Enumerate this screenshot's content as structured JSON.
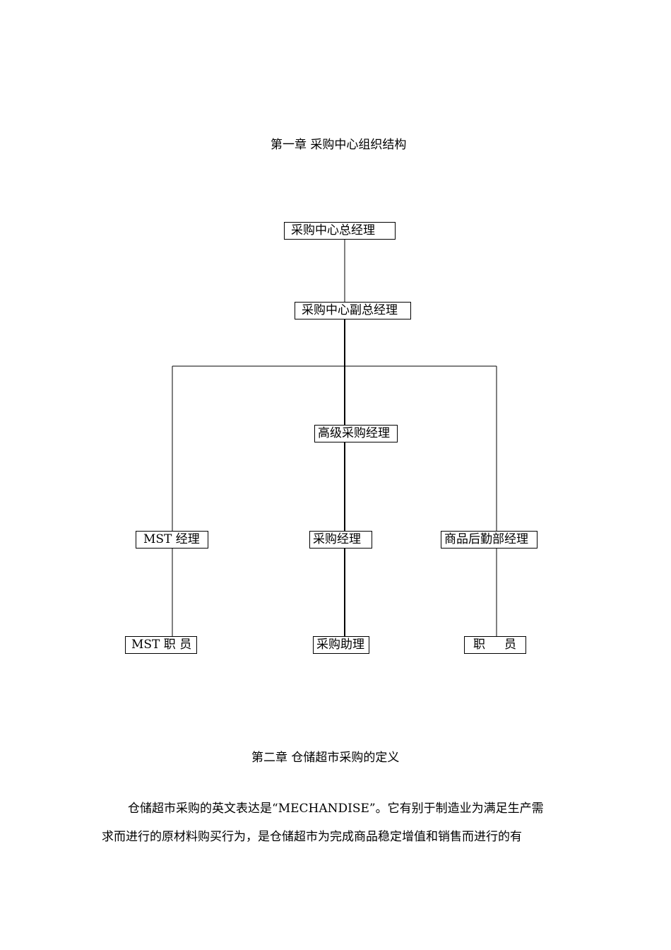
{
  "chapter1": {
    "title": "第一章  采购中心组织结构"
  },
  "org": {
    "general_manager": "采购中心总经理",
    "deputy_general_manager": "采购中心副总经理",
    "senior_buying_manager": "高级采购经理",
    "mst_manager": "MST 经理",
    "buying_manager": "采购经理",
    "logistics_manager": "商品后勤部经理",
    "mst_staff": "MST 职 员",
    "buying_assistant": "采购助理",
    "staff": "职     员"
  },
  "chapter2": {
    "title": "第二章  仓储超市采购的定义",
    "para_line1": "仓储超市采购的英文表达是“MECHANDISE”。它有别于制造业为满足生产需",
    "para_line2": "求而进行的原材料购买行为，是仓储超市为完成商品稳定增值和销售而进行的有"
  }
}
